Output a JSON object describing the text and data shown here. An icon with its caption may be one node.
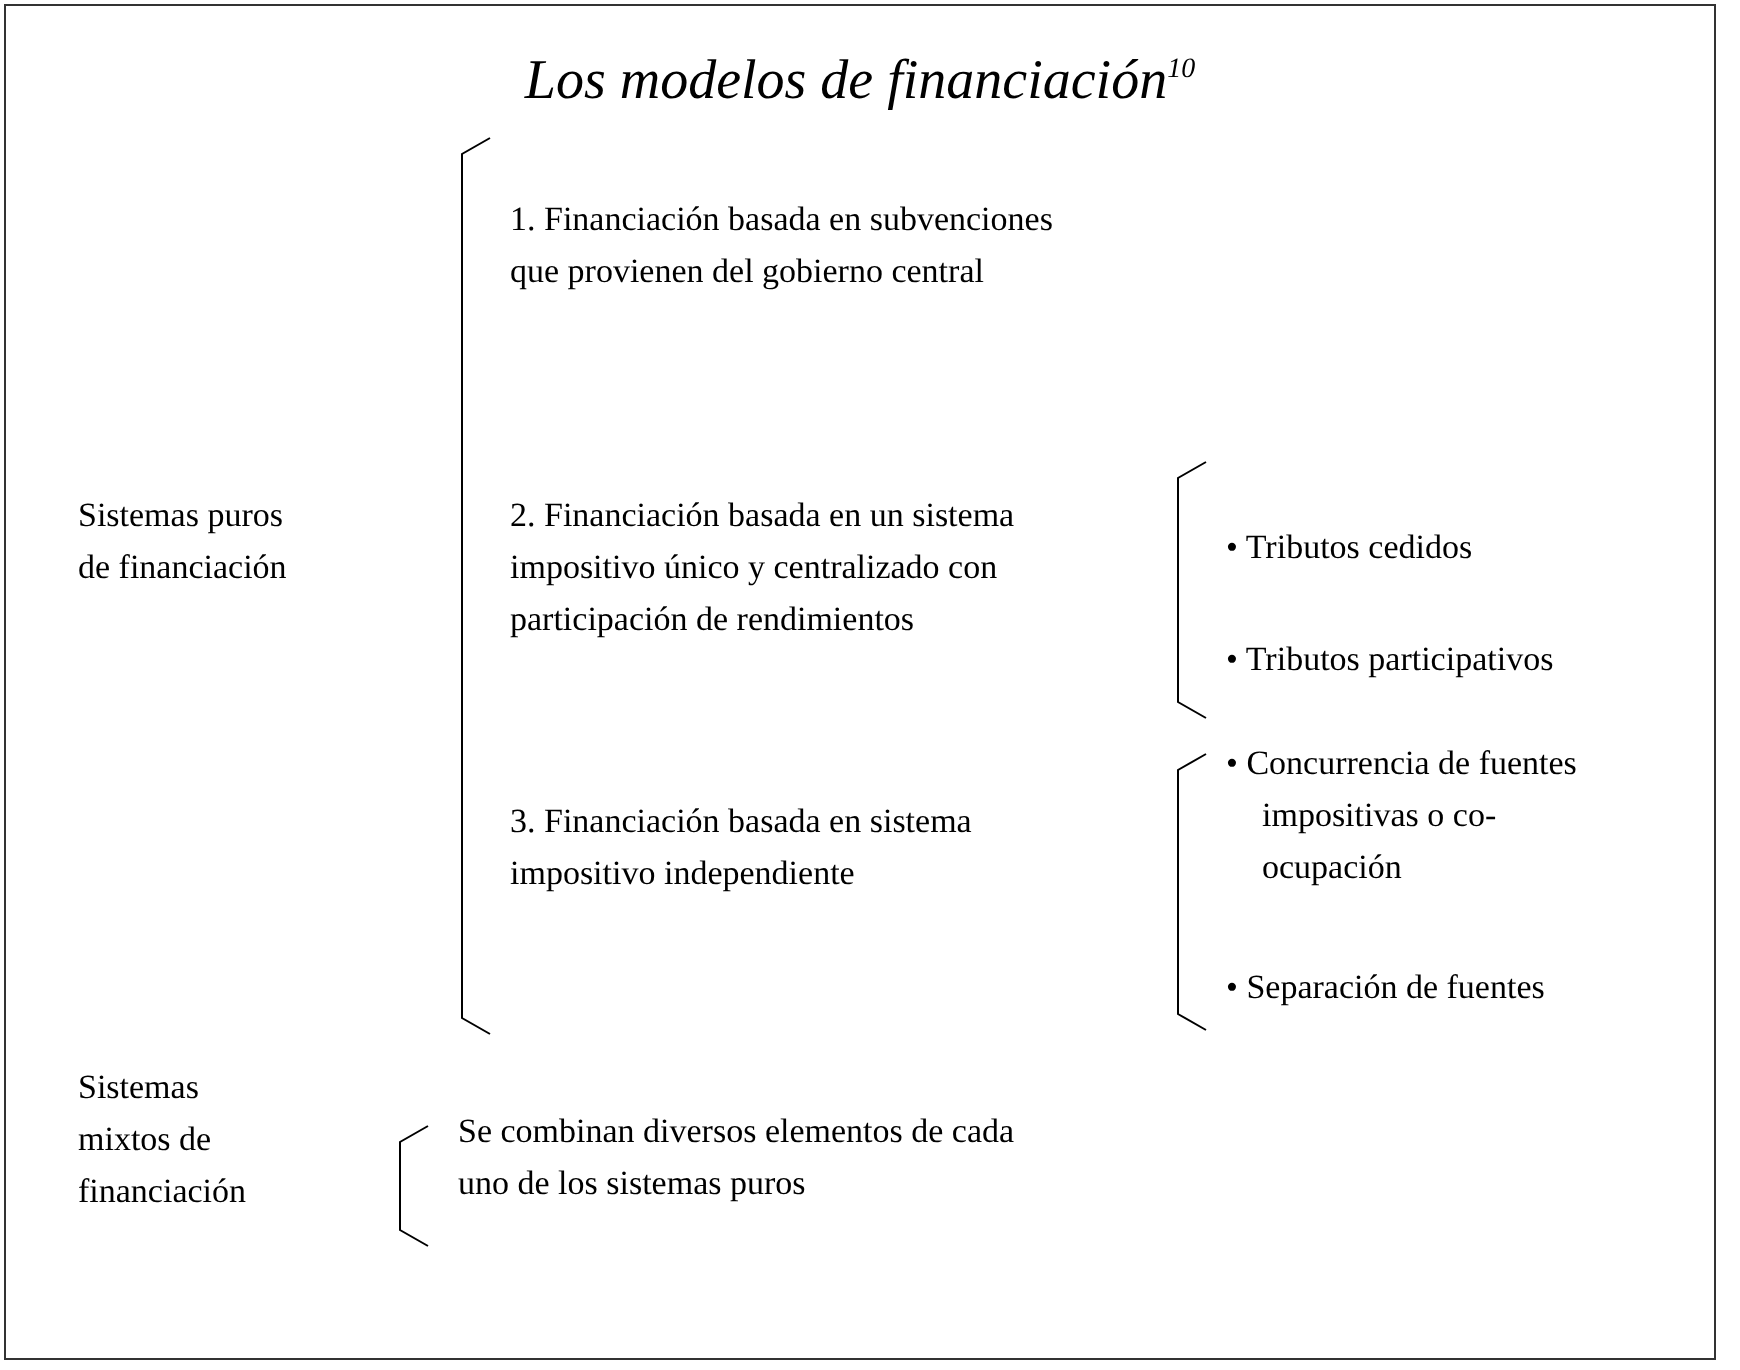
{
  "diagram": {
    "title": "Los modelos de financiación$^{10}$",
    "labels": [
      "1. Financiación basada en subvenciones que provienen del gobierno central",
      "Sistemas puros de financiación",
      "2. Financiación basada en un sistema impositivo único y centralizado con participación de rendimientos",
      "• Tributos cedidos",
      "• Tributos participativos",
      "3. Financiación basada en sistema impositivo independiente",
      "• Concurrencia de fuentes impositivas o co-ocupación",
      "• Separación de fuentes",
      "Sistemas mixtos de financiación",
      "Se combinan diversos elementos de cada uno de los sistemas puros"
    ]
  }
}
